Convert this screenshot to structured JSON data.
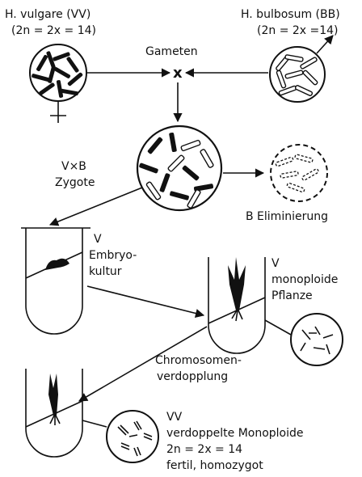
{
  "labels": {
    "vulgare_title": "H. vulgare (VV)",
    "vulgare_ploidy": "(2n = 2x = 14)",
    "bulbosum_title": "H. bulbosum (BB)",
    "bulbosum_ploidy": "(2n = 2x =14)",
    "gameten": "Gameten",
    "cross": "x",
    "zygote_line1": "V×B",
    "zygote_line2": "Zygote",
    "elimination": "B  Eliminierung",
    "embryo_v": "V",
    "embryo_line1": "Embryo-",
    "embryo_line2": "kultur",
    "mono_v": "V",
    "mono_line1": "monoploide",
    "mono_line2": "Pflanze",
    "chromo_line1": "Chromosomen-",
    "chromo_line2": "verdopplung",
    "final_vv": "VV",
    "final_line1": "verdoppelte Monoploide",
    "final_line2": "2n = 2x = 14",
    "final_line3": "fertil, homozygot"
  }
}
